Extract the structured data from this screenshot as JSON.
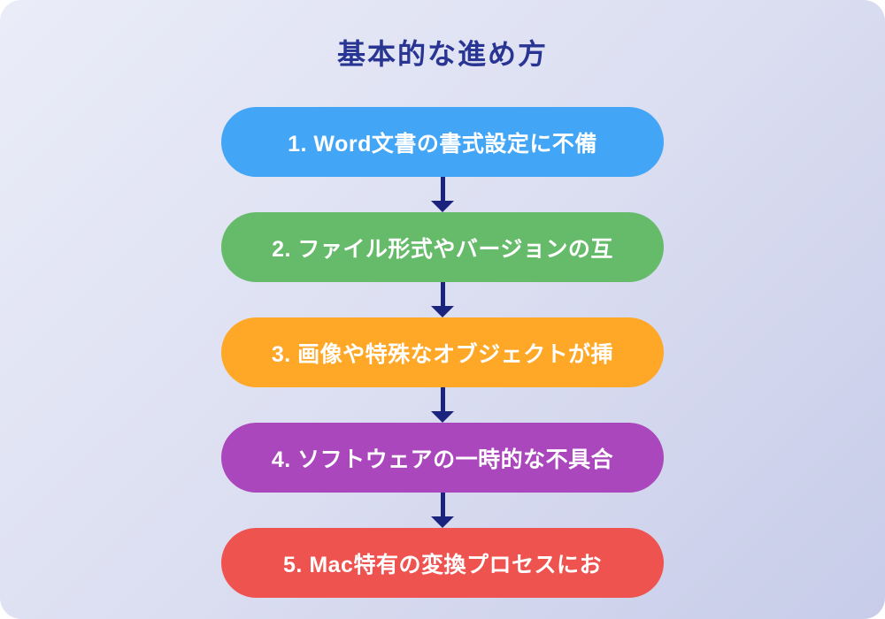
{
  "title": "基本的な進め方",
  "colors": {
    "background_gradient": "linear-gradient(135deg, #EAECF8 0%, #DCDFF1 50%, #C7CCE9 100%)",
    "background_start": "#EAECF8",
    "background_end": "#C7CCE9",
    "title": "#283593",
    "arrow": "#1A237E",
    "node_text": "#FFFFFF"
  },
  "steps": [
    {
      "label": "1. Word文書の書式設定に不備",
      "color": "#42A5F5"
    },
    {
      "label": "2. ファイル形式やバージョンの互",
      "color": "#66BB6A"
    },
    {
      "label": "3. 画像や特殊なオブジェクトが挿",
      "color": "#FFA726"
    },
    {
      "label": "4. ソフトウェアの一時的な不具合",
      "color": "#AB47BC"
    },
    {
      "label": "5. Mac特有の変換プロセスにお",
      "color": "#EF5350"
    }
  ]
}
